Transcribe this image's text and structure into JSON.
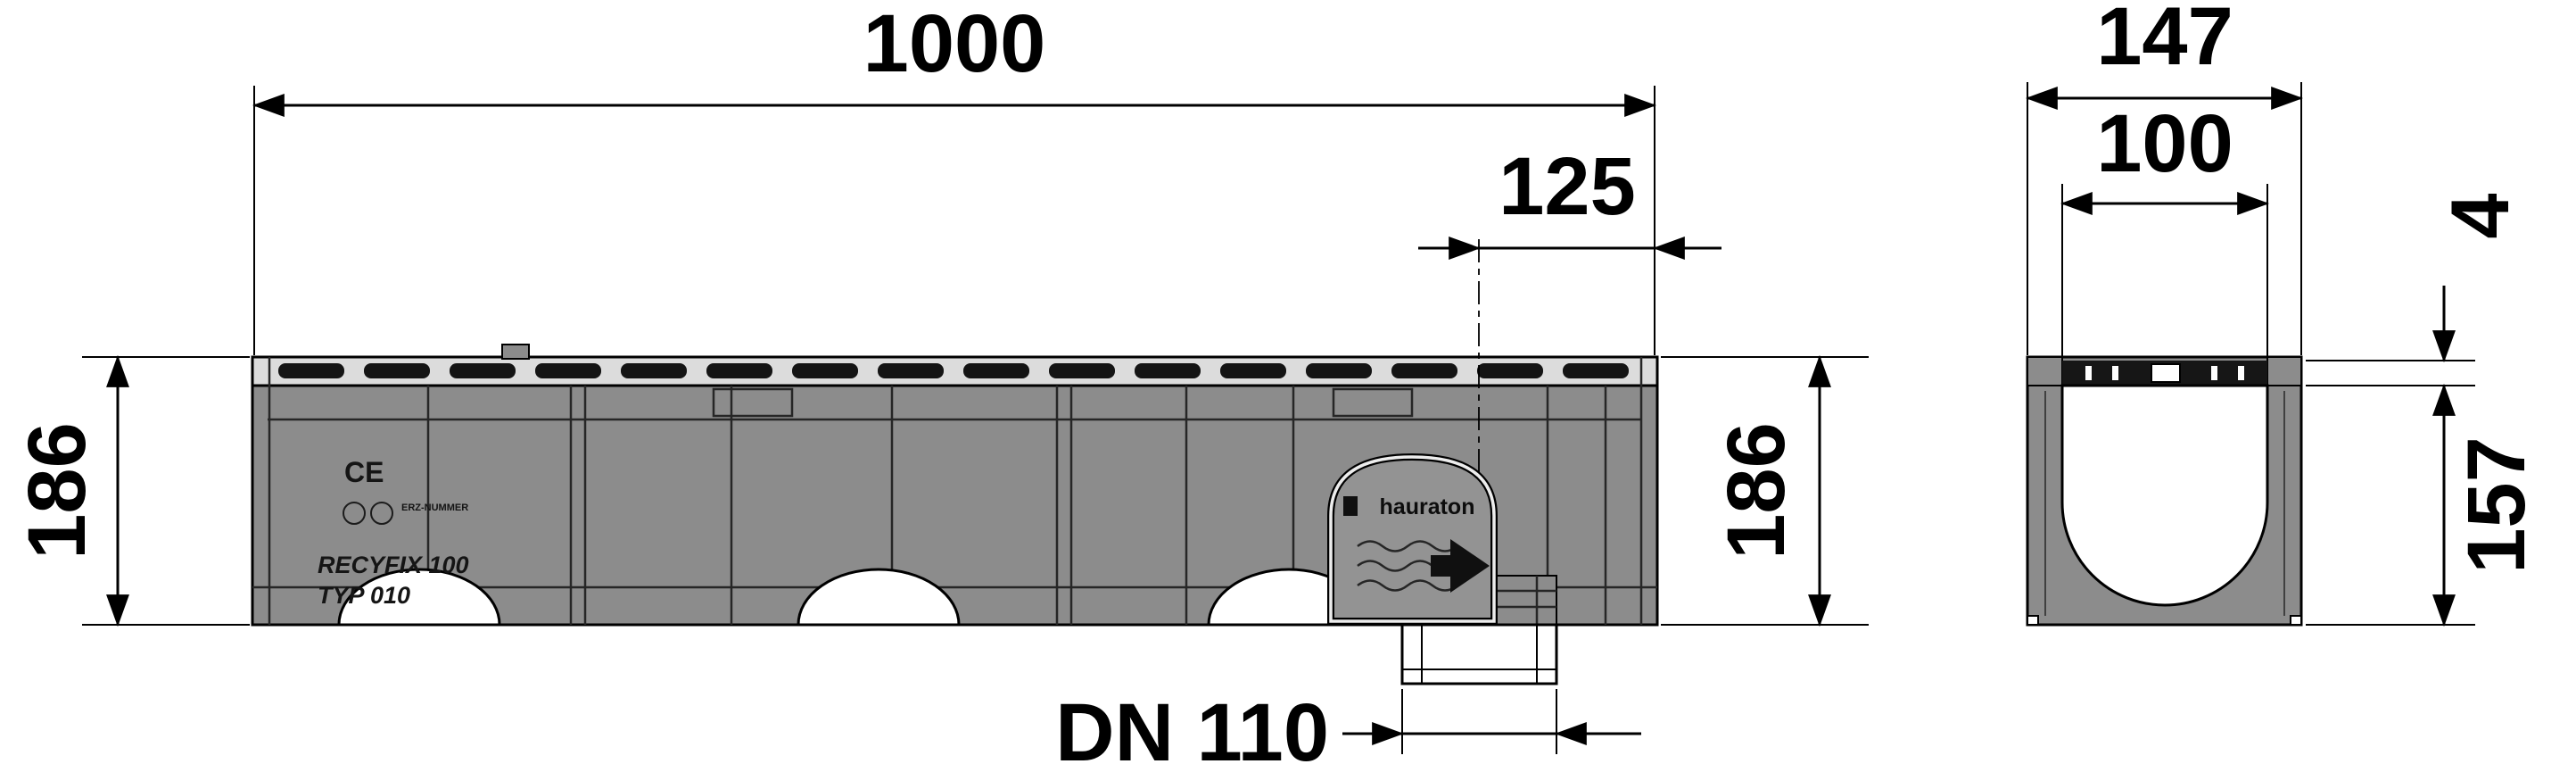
{
  "drawing": {
    "type": "technical-drawing-channel-drain",
    "dimensions": {
      "length": "1000",
      "outlet_offset": "125",
      "height_left": "186",
      "height_right": "186",
      "outlet_label": "DN 110",
      "section_outer_width": "147",
      "section_inner_width": "100",
      "grate_recess": "4",
      "section_inner_depth": "157"
    },
    "markings": {
      "ce": "CE",
      "serial_hint": "ERZ-NUMMER",
      "product_line1": "RECYFIX 100",
      "product_line2": "TYP 010",
      "brand": "hauraton"
    },
    "colors": {
      "body_gray": "#8c8c8c",
      "grate_light": "#dcdcdc",
      "slot_dark": "#141414",
      "line_black": "#000000",
      "white": "#ffffff"
    }
  }
}
